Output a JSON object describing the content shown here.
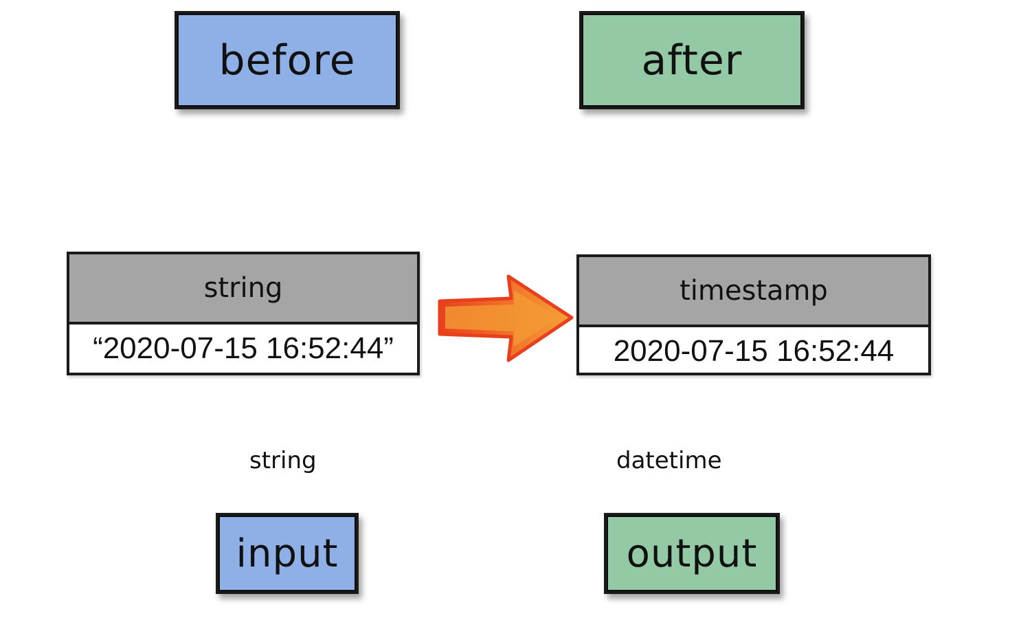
{
  "labels": {
    "before": "before",
    "after": "after",
    "input": "input",
    "output": "output"
  },
  "input_table": {
    "header": "string",
    "value": "“2020-07-15 16:52:44”"
  },
  "output_table": {
    "header": "timestamp",
    "value": "2020-07-15 16:52:44"
  },
  "captions": {
    "input_type": "string",
    "output_type": "datetime"
  },
  "colors": {
    "before_fill": "#8eb0e6",
    "after_fill": "#93c9a5",
    "header_fill": "#a5a5a5",
    "arrow_fill": "#f08a2c",
    "arrow_edge": "#e8401c"
  }
}
